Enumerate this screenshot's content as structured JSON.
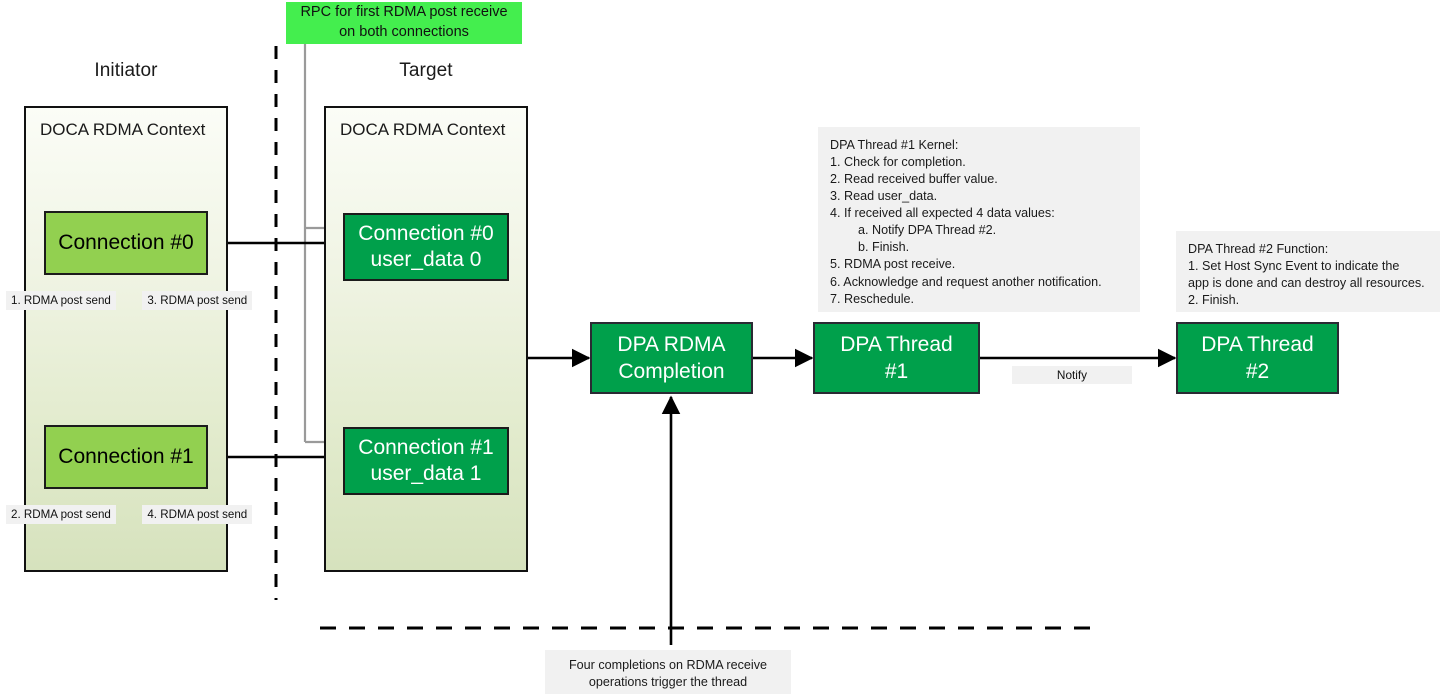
{
  "columns": {
    "initiator": "Initiator",
    "target": "Target"
  },
  "panels": {
    "initiator_context": "DOCA RDMA Context",
    "target_context": "DOCA RDMA Context"
  },
  "initiator_connections": [
    {
      "label": "Connection #0"
    },
    {
      "label": "Connection #1"
    }
  ],
  "target_connections": [
    {
      "line1": "Connection #0",
      "line2": "user_data 0"
    },
    {
      "line1": "Connection #1",
      "line2": "user_data 1"
    }
  ],
  "post_send_labels": {
    "conn0_a": "1. RDMA post send",
    "conn0_b": "3. RDMA post send",
    "conn1_a": "2. RDMA post send",
    "conn1_b": "4. RDMA post send"
  },
  "callouts": {
    "rpc": "RPC for first RDMA post\nreceive on both connections",
    "bottom_trigger": "Four completions on RDMA receive\noperations trigger the thread",
    "notify": "Notify"
  },
  "process_boxes": [
    {
      "line1": "DPA RDMA",
      "line2": "Completion"
    },
    {
      "line1": "DPA Thread",
      "line2": "#1"
    },
    {
      "line1": "DPA Thread",
      "line2": "#2"
    }
  ],
  "notes": {
    "thread1_kernel": "DPA Thread #1 Kernel:\n1. Check for completion.\n2. Read received buffer value.\n3. Read user_data.\n4. If received all expected 4 data values:\n        a. Notify DPA Thread #2.\n        b. Finish.\n5. RDMA post receive.\n6. Acknowledge and request another notification.\n7. Reschedule.",
    "thread2_function": "DPA Thread #2 Function:\n1. Set Host Sync Event to indicate the\napp is done and can destroy all resources.\n2. Finish."
  },
  "colors": {
    "light_green": "#92D050",
    "dark_green": "#00A04B",
    "bright_green": "#44EE4E",
    "note_gray": "#f1f1f1",
    "panel_border": "#111111",
    "wire_black": "#000000",
    "wire_gray": "#9a9a9a"
  }
}
